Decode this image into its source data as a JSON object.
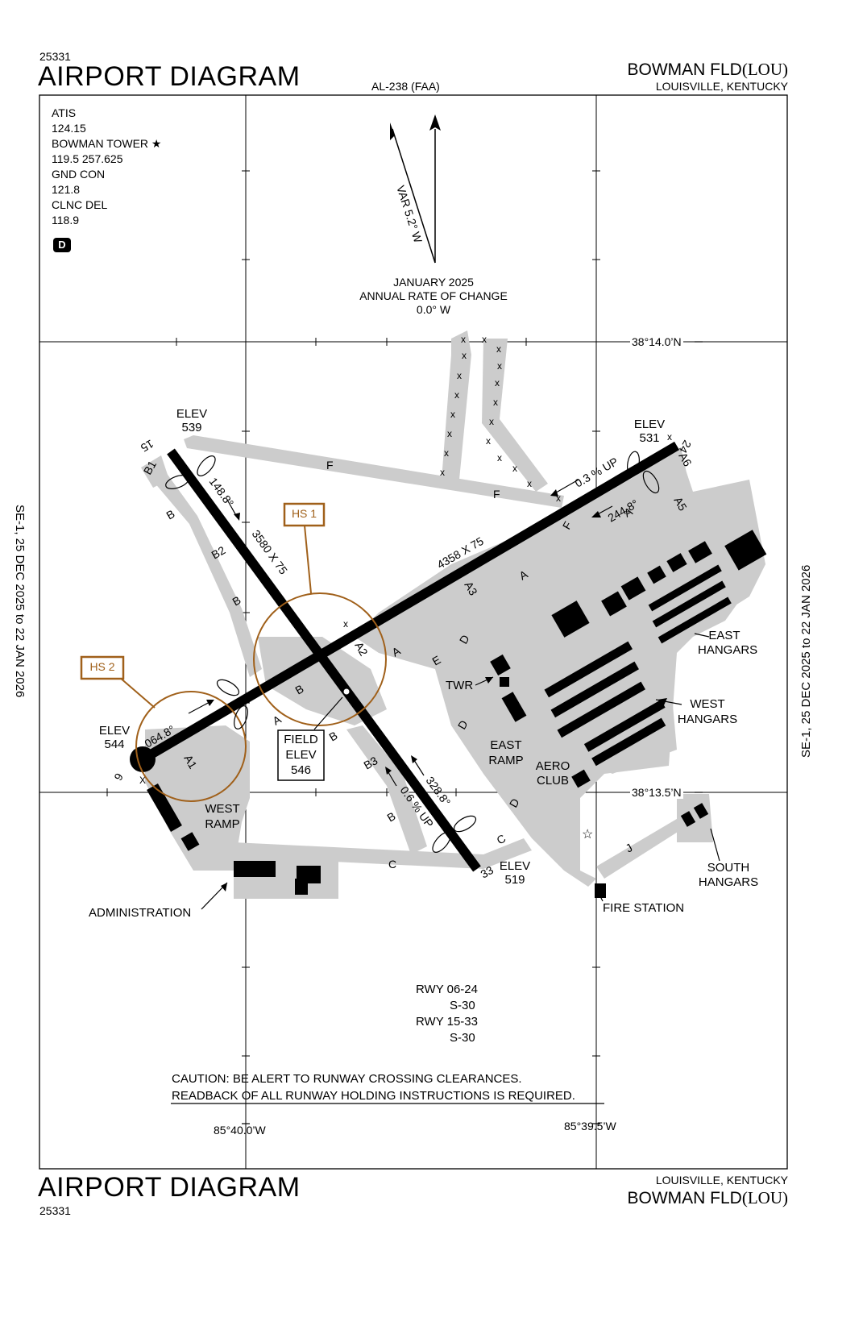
{
  "header": {
    "chart_number": "25331",
    "title": "AIRPORT DIAGRAM",
    "procedure_id": "AL-238 (FAA)",
    "airport_name": "BOWMAN FLD",
    "airport_id": "(LOU)",
    "city_state": "LOUISVILLE, KENTUCKY"
  },
  "comms": {
    "lines": [
      "ATIS",
      "124.15",
      "BOWMAN TOWER ★",
      "119.5  257.625",
      "GND CON",
      "121.8",
      "CLNC DEL",
      "118.9"
    ],
    "d_symbol": "D"
  },
  "magvar": {
    "var_label": "VAR 5.2° W",
    "date": "JANUARY 2025",
    "rate_label": "ANNUAL RATE OF CHANGE",
    "rate_value": "0.0° W"
  },
  "coords": {
    "lat_north": "38°14.0’N",
    "lat_south": "38°13.5’N",
    "lon_west": "85°40.0’W",
    "lon_east": "85°39.5’W"
  },
  "side_text": "SE-1,  25 DEC 2025  to  22 JAN 2026",
  "runways": {
    "rwy_06_24": {
      "dims": "4358 X 75",
      "end_06": "6",
      "end_24": "24",
      "hdg_06": "064.8°",
      "hdg_24": "244.8°",
      "grade": "0.3 % UP"
    },
    "rwy_15_33": {
      "dims": "3580 X 75",
      "end_15": "15",
      "end_33": "33",
      "hdg_15": "148.8°",
      "hdg_33": "328.8°",
      "grade": "0.6 % UP"
    }
  },
  "elevations": {
    "elev_label": "ELEV",
    "elev_06": "544",
    "elev_15": "539",
    "elev_24": "531",
    "elev_33": "519",
    "field_label_1": "FIELD",
    "field_label_2": "ELEV",
    "field_value": "546"
  },
  "hot_spots": [
    "HS 1",
    "HS 2"
  ],
  "taxiways": {
    "F": "F",
    "A": "A",
    "B": "B",
    "C": "C",
    "D": "D",
    "E": "E",
    "J": "J",
    "A1": "A1",
    "A2": "A2",
    "A3": "A3",
    "A5": "A5",
    "A6": "A6",
    "B1": "B1",
    "B2": "B2",
    "B3": "B3"
  },
  "labels": {
    "east_hangars_1": "EAST",
    "east_hangars_2": "HANGARS",
    "west_hangars_1": "WEST",
    "west_hangars_2": "HANGARS",
    "twr": "TWR",
    "east_ramp_1": "EAST",
    "east_ramp_2": "RAMP",
    "aero_club_1": "AERO",
    "aero_club_2": "CLUB",
    "west_ramp_1": "WEST",
    "west_ramp_2": "RAMP",
    "administration": "ADMINISTRATION",
    "fire_station": "FIRE STATION",
    "south_hangars_1": "SOUTH",
    "south_hangars_2": "HANGARS"
  },
  "strength": {
    "rwy1": "RWY 06-24",
    "rwy1_val": "S-30",
    "rwy2": "RWY 15-33",
    "rwy2_val": "S-30"
  },
  "caution": {
    "line1": "CAUTION: BE ALERT TO RUNWAY CROSSING CLEARANCES.",
    "line2": "READBACK OF ALL RUNWAY HOLDING INSTRUCTIONS IS REQUIRED."
  },
  "footer": {
    "title": "AIRPORT DIAGRAM",
    "chart_number": "25331",
    "city_state": "LOUISVILLE, KENTUCKY",
    "airport_name": "BOWMAN FLD",
    "airport_id": "(LOU)"
  },
  "colors": {
    "hot_spot": "#a0601a",
    "pavement": "#cccccc",
    "ink": "#000000"
  }
}
